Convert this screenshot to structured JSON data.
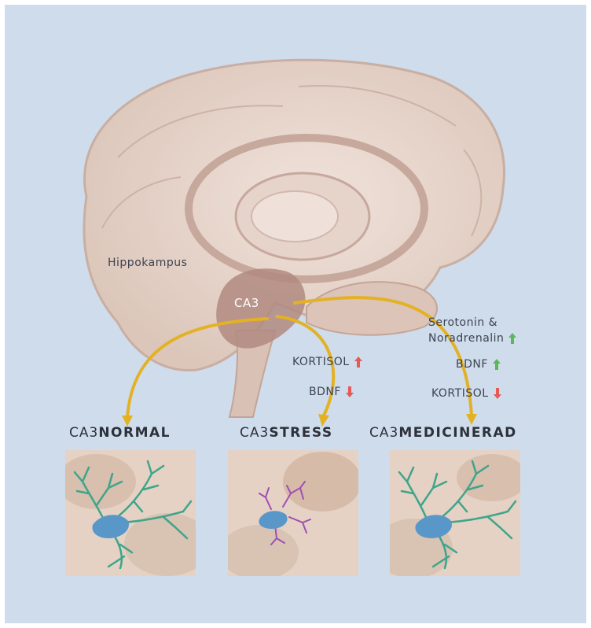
{
  "colors": {
    "background": "#cfdcec",
    "brain": "#e8d8cf",
    "hippocampus": "#b08a80",
    "arrow_path": "#e3b224",
    "increase_arrow": "#5bb856",
    "decrease_arrow": "#e45a55",
    "neuron_body": "#5a97c9",
    "dendrite_normal": "#3ea58a",
    "dendrite_stress": "#a04fb3"
  },
  "labels": {
    "hippocampus": "Hippokampus",
    "ca3_region": "CA3",
    "stress_effects": [
      {
        "text": "KORTISOL",
        "direction": "up",
        "color": "#e45a55"
      },
      {
        "text": "BDNF",
        "direction": "down",
        "color": "#e45a55"
      }
    ],
    "medicine_effects": [
      {
        "text": "Serotonin &",
        "line2": "Noradrenalin",
        "direction": "up",
        "color": "#5bb856"
      },
      {
        "text": "BDNF",
        "direction": "up",
        "color": "#5bb856"
      },
      {
        "text": "KORTISOL",
        "direction": "down",
        "color": "#e45a55"
      }
    ]
  },
  "panels": [
    {
      "prefix": "CA3",
      "name": "NORMAL",
      "neuron": "full-dendrites"
    },
    {
      "prefix": "CA3",
      "name": "STRESS",
      "neuron": "atrophied-dendrites"
    },
    {
      "prefix": "CA3",
      "name": "MEDICINERAD",
      "neuron": "full-dendrites"
    }
  ]
}
